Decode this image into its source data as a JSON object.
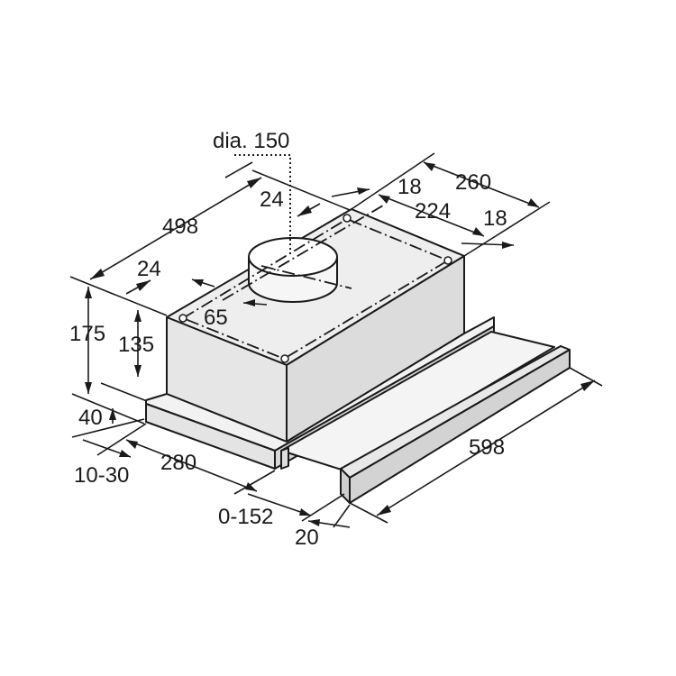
{
  "colors": {
    "line": "#1a1a1a",
    "body_fill": "#eeeeee",
    "dark_fill": "#d6d6d6",
    "background": "#ffffff"
  },
  "labels": {
    "duct_diameter": "dia. 150",
    "depth_total": "498",
    "offset_front": "24",
    "offset_back_top": "24",
    "offset_right_18a": "18",
    "width_260": "260",
    "width_224": "224",
    "offset_right_18b": "18",
    "offset_65": "65",
    "height_total": "175",
    "height_body": "135",
    "height_panel": "40",
    "front_gap": "10-30",
    "depth_280": "280",
    "extension": "0-152",
    "trim": "20",
    "width_598": "598"
  }
}
